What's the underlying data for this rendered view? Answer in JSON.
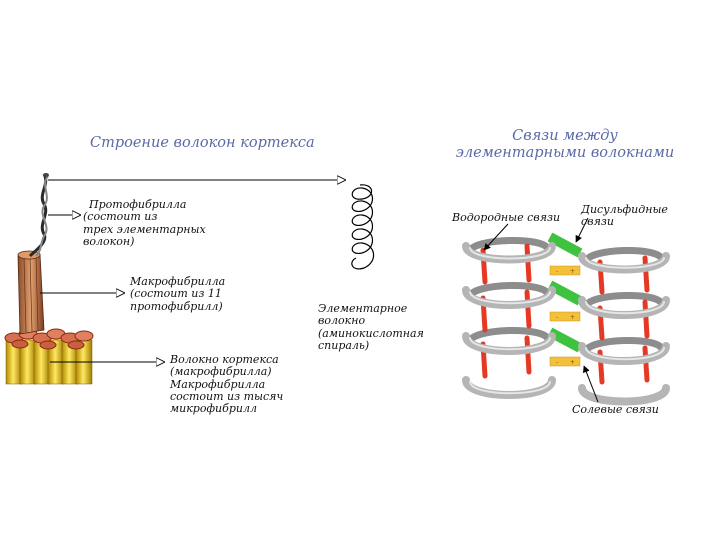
{
  "left_panel": {
    "title": "Строение волокон кортекса",
    "labels": {
      "protofibril": [
        "Протофибрилла",
        "(состоит из",
        "трех элементарных",
        "волокон)"
      ],
      "macrofibril": [
        "Макрофибрилла",
        "(состоит из 11",
        "протофибрилл)"
      ],
      "cortex_fiber": [
        "Волокно кортекса",
        "(макрофибрилла)",
        "Макрофибрилла",
        "состоит из тысяч",
        "микрофибрилл"
      ],
      "elementary_fiber": [
        "Элементарное",
        "волокно",
        "(аминокислотная",
        "спираль)"
      ]
    }
  },
  "right_panel": {
    "title": [
      "Связи между",
      "элементарными волокнами"
    ],
    "labels": {
      "hydrogen_bonds": "Водородные связи",
      "disulfide_bonds": [
        "Дисульфидные",
        "связи"
      ],
      "salt_bonds": "Солевые связи"
    },
    "colors": {
      "helix": "#a9a9a9",
      "hydrogen": "#e43a25",
      "disulfide": "#3fc23f",
      "salt": "#f3c03a"
    }
  }
}
